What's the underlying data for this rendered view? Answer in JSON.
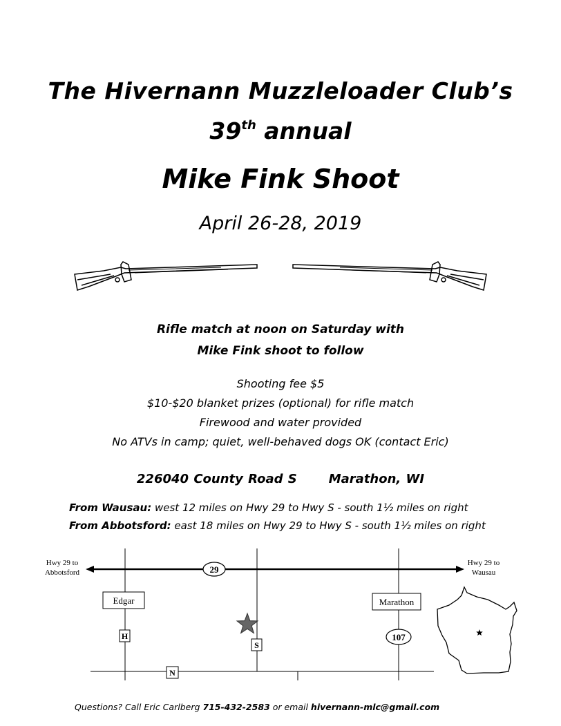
{
  "header": {
    "line1": "The Hivernann Muzzleloader Club’s",
    "ordinal_num": "39",
    "ordinal_suffix": "th",
    "ordinal_rest": " annual",
    "event_name": "Mike Fink Shoot",
    "dates": "April 26-28, 2019"
  },
  "schedule": {
    "line1": "Rifle match at noon on Saturday with",
    "line2": "Mike Fink shoot to follow"
  },
  "info": [
    "Shooting fee $5",
    "$10-$20 blanket prizes (optional) for rifle match",
    "Firewood and water provided",
    "No ATVs in camp; quiet, well-behaved dogs OK (contact Eric)"
  ],
  "address": {
    "street": "226040 County Road S",
    "city": "Marathon, WI"
  },
  "directions": [
    {
      "from": "From Wausau:",
      "text": " west 12 miles on Hwy 29 to Hwy S - south 1½ miles on right"
    },
    {
      "from": "From Abbotsford:",
      "text": " east 18 miles on Hwy 29 to Hwy S - south 1½ miles on right"
    }
  ],
  "map": {
    "left_label_1": "Hwy 29 to",
    "left_label_2": "Abbotsford",
    "right_label_1": "Hwy 29 to",
    "right_label_2": "Wausau",
    "hwy29": "29",
    "edgar": "Edgar",
    "marathon": "Marathon",
    "hwy_h": "H",
    "hwy_s": "S",
    "hwy_107": "107",
    "hwy_n": "N"
  },
  "footer": {
    "prefix": "Questions? Call Eric Carlberg ",
    "phone": "715-432-2583",
    "middle": " or email ",
    "email": "hivernann-mlc@gmail.com"
  }
}
